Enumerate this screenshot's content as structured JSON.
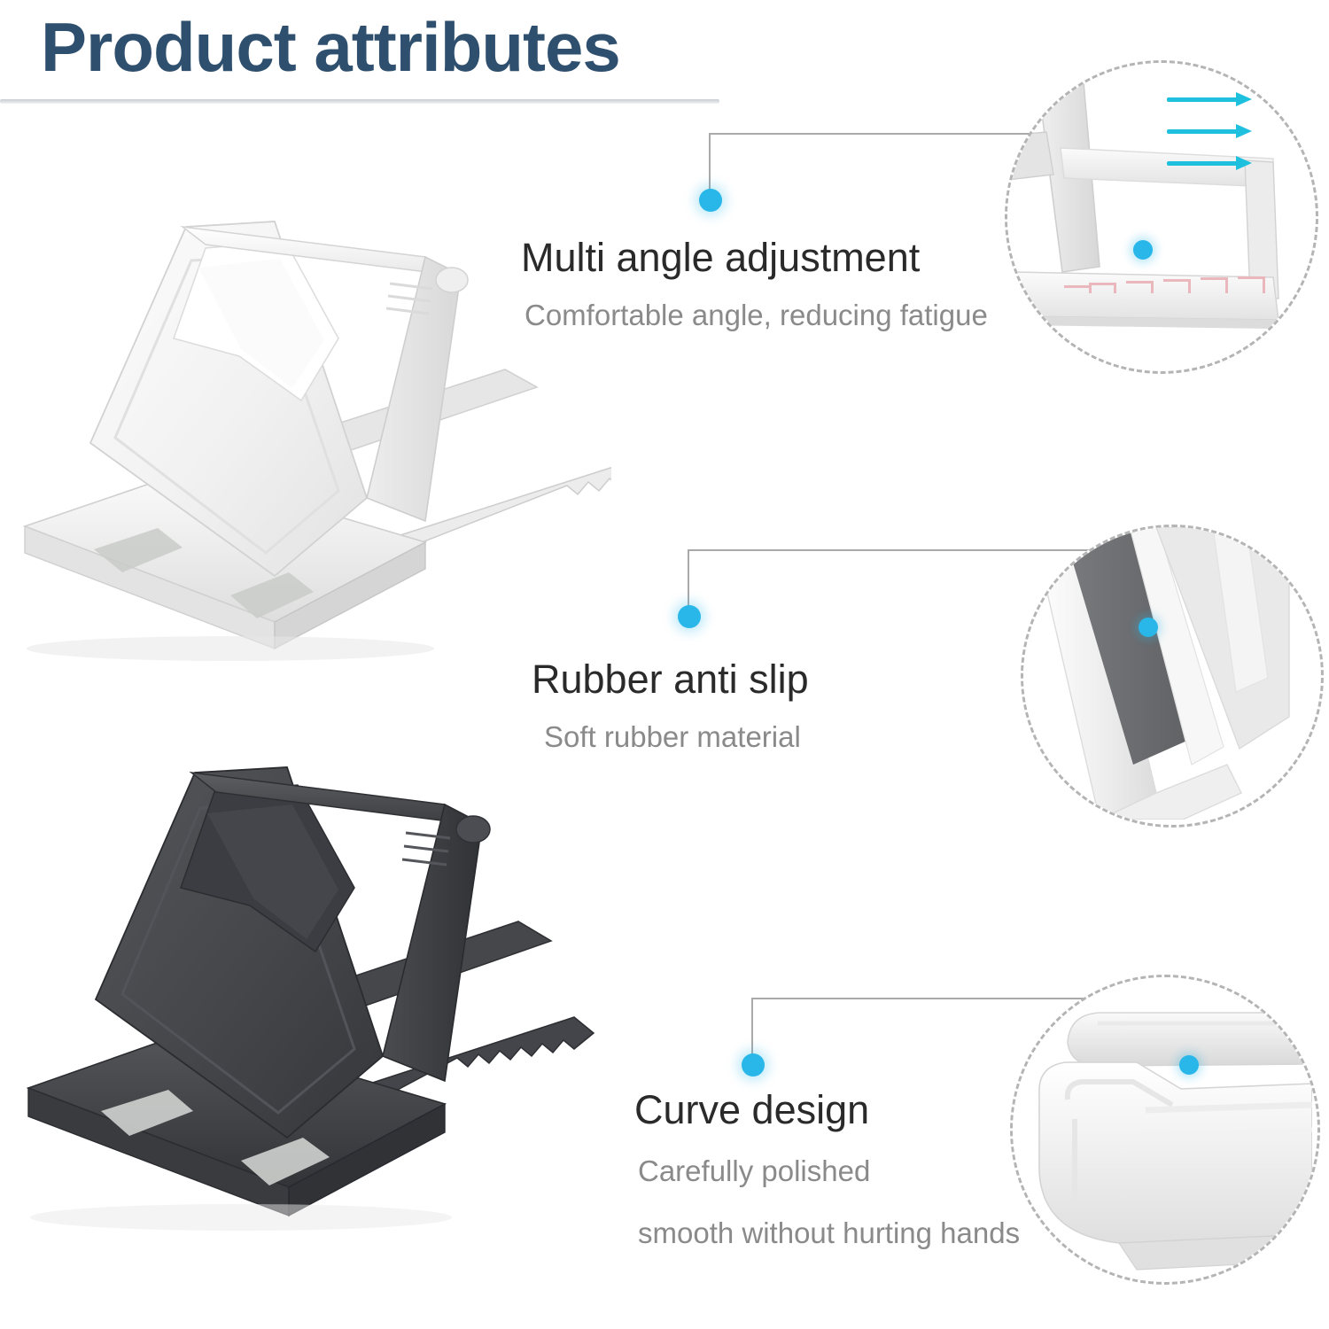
{
  "header": {
    "title": "Product attributes",
    "title_color": "#2f4f6e",
    "rule_color": "#c9cdd2"
  },
  "theme": {
    "accent_cyan": "#29b6e8",
    "arrow_cyan": "#1fc0dd",
    "leader_gray": "#a9a9a9",
    "dashed_circle_gray": "#b4b4b4",
    "body_text": "#2a2a2a",
    "sub_text": "#8a8a8a",
    "ratchet_highlight": "#eab7bc",
    "background": "#ffffff"
  },
  "products": [
    {
      "name": "white-phone-stand",
      "color_label": "white",
      "body_color": "#f4f4f4",
      "shadow_color": "#d6d6d6",
      "pad_color": "#c9cbc8"
    },
    {
      "name": "black-phone-stand",
      "color_label": "black",
      "body_color": "#45464a",
      "shadow_color": "#2b2c30",
      "pad_color": "#cfd1cf"
    }
  ],
  "features": [
    {
      "id": "multi-angle-adjustment",
      "title": "Multi angle adjustment",
      "subtitle_lines": [
        "Comfortable angle, reducing fatigue"
      ],
      "detail_icon": "ratchet-arrows-detail-icon",
      "arrow_count": 3,
      "tooth_count": 5
    },
    {
      "id": "rubber-anti-slip",
      "title": "Rubber anti slip",
      "subtitle_lines": [
        "Soft rubber material"
      ],
      "detail_icon": "rubber-pad-detail-icon"
    },
    {
      "id": "curve-design",
      "title": "Curve design",
      "subtitle_lines": [
        "Carefully polished",
        "smooth without hurting hands"
      ],
      "detail_icon": "rounded-edge-detail-icon"
    }
  ]
}
